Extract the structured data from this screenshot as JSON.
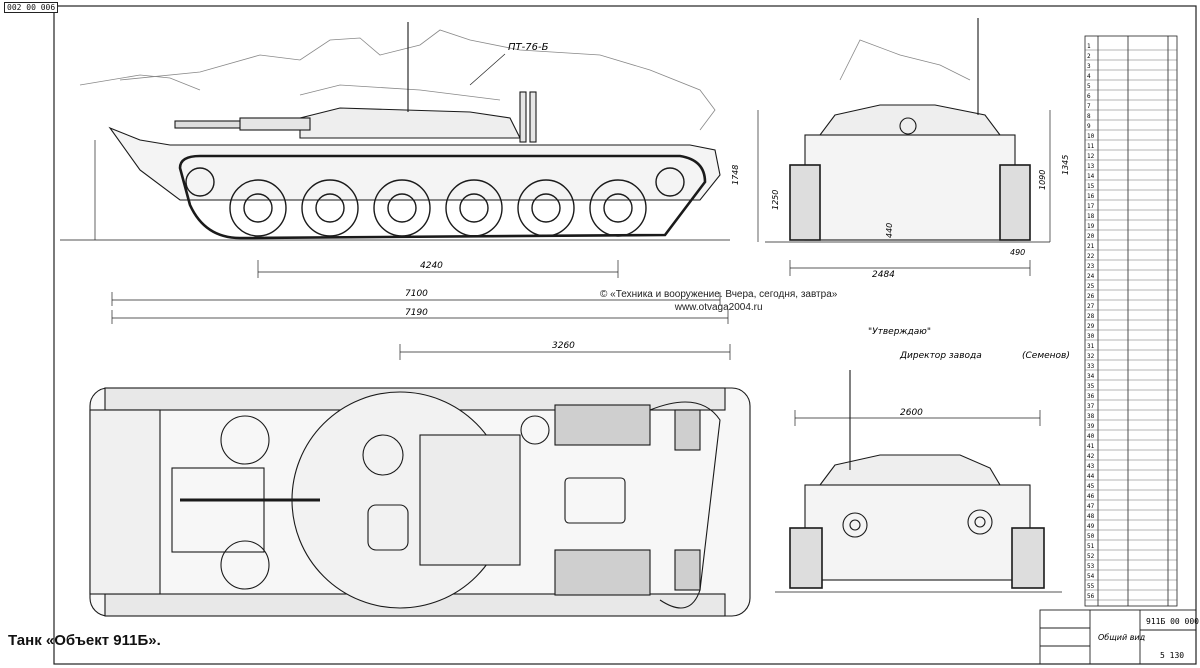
{
  "drawing": {
    "code": "002 00 006",
    "caption": "Танк «Объект 911Б».",
    "copyright_line1": "© «Техника и вооружение. Вчера, сегодня, завтра»",
    "copyright_line2": "www.otvaga2004.ru",
    "ghost_label": "ПТ-76-Б",
    "approved": "\"Утверждаю\"",
    "director": "Директор завода",
    "director_name": "(Семенов)",
    "drawing_number": "911Б 00 000",
    "title_block_text": "Общий вид",
    "sheet_no": "5 130"
  },
  "dimensions": {
    "track_length": "4240",
    "hull_length": "7100",
    "overall_length": "7190",
    "width_front": "2484",
    "top_length": "3260",
    "rear_width": "2600",
    "ground_clearance": "440",
    "front_height": "1748",
    "h1": "1250",
    "h2": "1090",
    "h3": "490",
    "h4": "1345"
  },
  "spec_rows": [
    "1",
    "2",
    "3",
    "4",
    "5",
    "6",
    "7",
    "8",
    "9",
    "10",
    "11",
    "12",
    "13",
    "14",
    "15",
    "16",
    "17",
    "18",
    "19",
    "20",
    "21",
    "22",
    "23",
    "24",
    "25",
    "26",
    "27",
    "28",
    "29",
    "30",
    "31",
    "32",
    "33",
    "34",
    "35",
    "36",
    "37",
    "38",
    "39",
    "40",
    "41",
    "42",
    "43",
    "44",
    "45",
    "46",
    "47",
    "48",
    "49",
    "50",
    "51",
    "52",
    "53",
    "54",
    "55",
    "56"
  ]
}
